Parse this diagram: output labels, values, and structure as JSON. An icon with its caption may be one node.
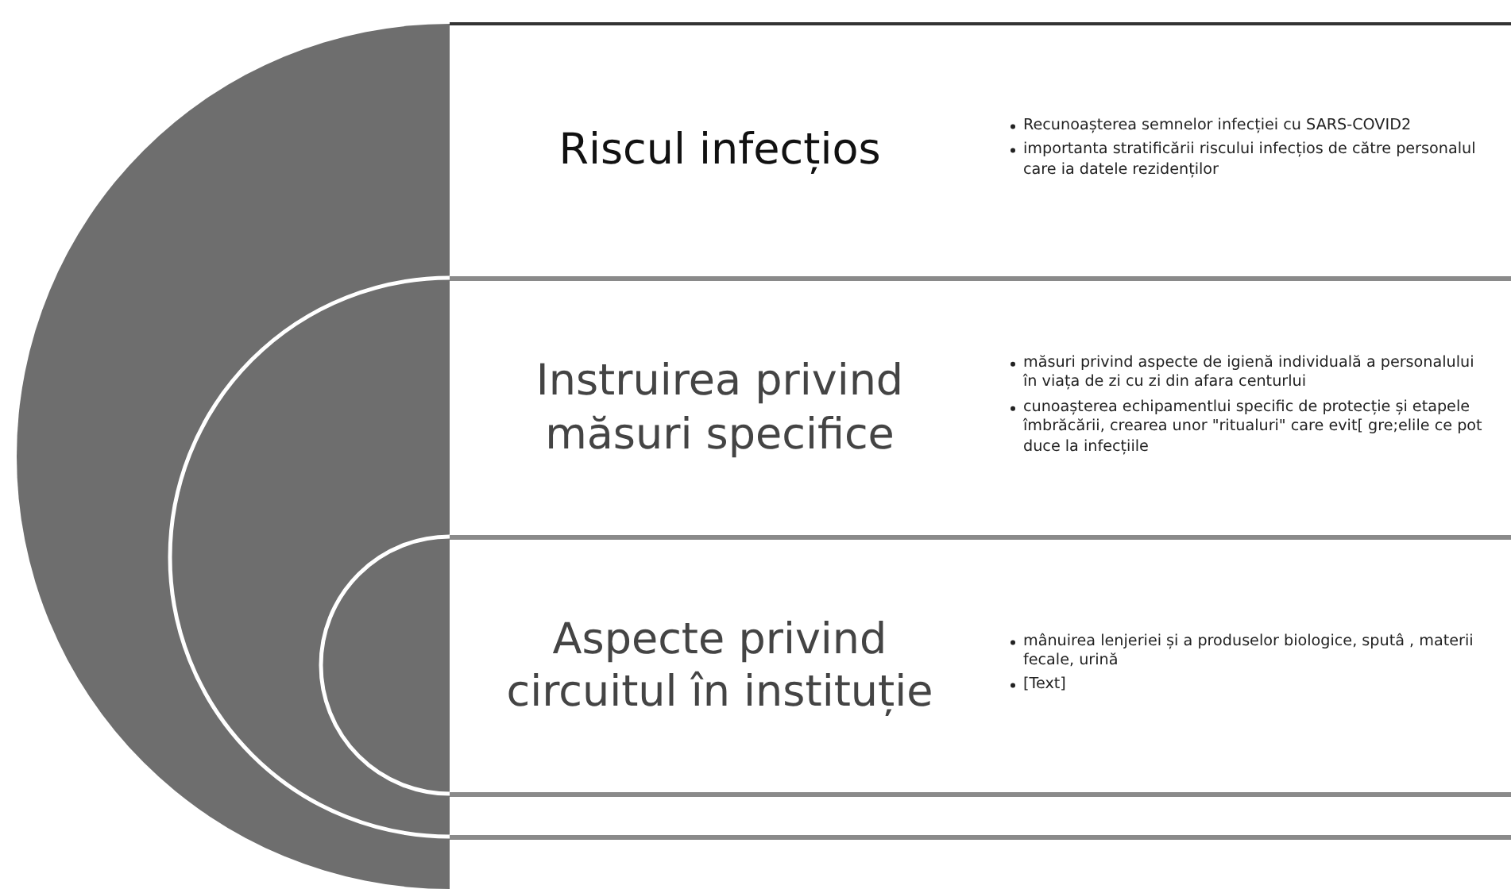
{
  "diagram": {
    "nodes": [
      {
        "text": [
          "Riscul infecțios",
          "Recunoașterea semnelor infecției cu SARS-COVID2",
          "importanta stratificării riscului infecțios de către personalul care ia datele rezidenților"
        ]
      },
      {
        "text": [
          "Instruirea privind măsuri specifice",
          "măsuri privind aspecte de igienă individuală a personalului în viața de zi cu zi din afara centurlui",
          "cunoașterea echipamentlui specific de protecție și etapele îmbrăcării, crearea unor \"ritualuri\" care evit[ gre;elile ce pot duce la infecțiile"
        ]
      },
      {
        "text": [
          "Aspecte privind circuitul în instituție",
          "mânuirea lenjeriei și a produselor biologice, sputâ , materii fecale, urină",
          "[Text]"
        ]
      }
    ]
  }
}
